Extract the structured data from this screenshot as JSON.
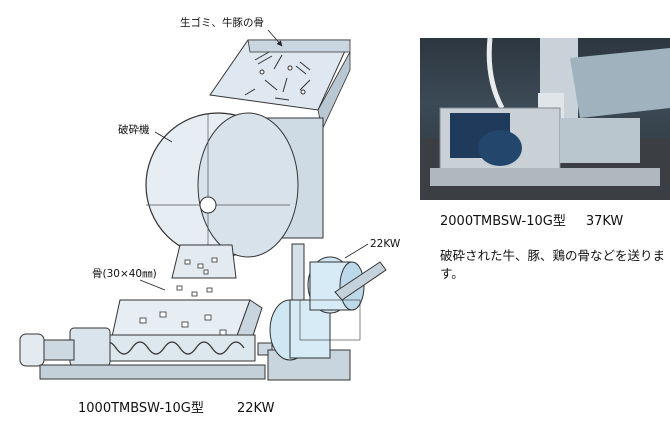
{
  "left_figure": {
    "label_waste": "生ゴミ、牛豚の骨",
    "label_crusher": "破砕機",
    "label_bone_size": "骨(30×40㎜)",
    "label_motor_kw": "22KW",
    "caption_model": "1000TMBSW-10G型",
    "caption_kw": "22KW"
  },
  "right_panel": {
    "model": "2000TMBSW-10G型",
    "kw": "37KW",
    "description": "破砕された牛、豚、鶏の骨などを送ります。"
  }
}
